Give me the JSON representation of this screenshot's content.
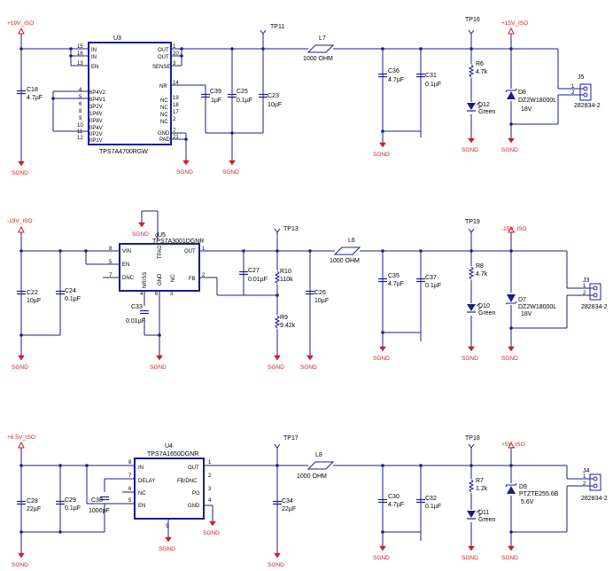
{
  "sec1": {
    "in_rail": "+19V_ISO",
    "out_rail": "+15V_ISO",
    "ic": {
      "ref": "U3",
      "part": "TPS7A4700RGW",
      "left_pins": [
        {
          "num": "15",
          "name": "IN"
        },
        {
          "num": "16",
          "name": "IN"
        },
        {
          "num": "13",
          "name": "EN"
        },
        {
          "num": "4",
          "name": "6P4V2"
        },
        {
          "num": "5",
          "name": "6P4V1"
        },
        {
          "num": "6",
          "name": "3P2V"
        },
        {
          "num": "8",
          "name": "1P6V"
        },
        {
          "num": "9",
          "name": "0P8V"
        },
        {
          "num": "10",
          "name": "0P4V"
        },
        {
          "num": "11",
          "name": "0P2V"
        },
        {
          "num": "12",
          "name": "0P1V"
        }
      ],
      "right_pins": [
        {
          "num": "1",
          "name": "OUT"
        },
        {
          "num": "20",
          "name": "OUT"
        },
        {
          "num": "3",
          "name": "SENSE"
        },
        {
          "num": "14",
          "name": "NR"
        },
        {
          "num": "19",
          "name": "NC"
        },
        {
          "num": "18",
          "name": "NC"
        },
        {
          "num": "17",
          "name": "NC"
        },
        {
          "num": "2",
          "name": "NC"
        },
        {
          "num": "7",
          "name": "GND"
        },
        {
          "num": "21",
          "name": "PAD"
        }
      ]
    },
    "c18": {
      "ref": "C18",
      "val": "4.7µF"
    },
    "c39": {
      "ref": "C39",
      "val": "1µF"
    },
    "c25": {
      "ref": "C25",
      "val": "0.1µF"
    },
    "c23": {
      "ref": "C23",
      "val": "10µF"
    },
    "tp_in": "TP11",
    "ind": {
      "ref": "L7",
      "val": "1000 OHM"
    },
    "c36": {
      "ref": "C36",
      "val": "4.7µF"
    },
    "c31": {
      "ref": "C31",
      "val": "0.1µF"
    },
    "tp_out": "TP16",
    "res": {
      "ref": "R6",
      "val": "4.7k"
    },
    "led": {
      "ref": "D12",
      "val": "Green"
    },
    "zener": {
      "ref": "D8",
      "val": "DZ2W18000L",
      "v": "18V"
    },
    "conn": {
      "ref": "J5",
      "part": "282834-2"
    }
  },
  "sec2": {
    "in_rail": "-19V_ISO",
    "out_rail": "-15V_ISO",
    "ic": {
      "ref": "U5",
      "part": "TPS7A3001DGNR",
      "vin": "VIN",
      "en": "EN",
      "dnc": "DNC",
      "tpad": "TPAD",
      "nrss": "NR/SS",
      "gnd": "GND",
      "nc": "NC",
      "out": "OUT",
      "fb": "FB",
      "pins": {
        "vin": "8",
        "en": "5",
        "dnc": "7",
        "tpad": "9",
        "nrss": "4",
        "gnd": "6",
        "nc": "3",
        "out": "1",
        "fb": "2"
      }
    },
    "c22": {
      "ref": "C22",
      "val": "10µF"
    },
    "c24": {
      "ref": "C24",
      "val": "0.1µF"
    },
    "c33": {
      "ref": "C33",
      "val": "0.01µF"
    },
    "c27": {
      "ref": "C27",
      "val": "0.01µF"
    },
    "r10": {
      "ref": "R10",
      "val": "110k"
    },
    "r9": {
      "ref": "R9",
      "val": "9.42k"
    },
    "c26": {
      "ref": "C26",
      "val": "10µF"
    },
    "tp_in": "TP13",
    "ind": {
      "ref": "L6",
      "val": "1000 OHM"
    },
    "c35": {
      "ref": "C35",
      "val": "4.7µF"
    },
    "c37": {
      "ref": "C37",
      "val": "0.1µF"
    },
    "tp_out": "TP19",
    "res": {
      "ref": "R8",
      "val": "4.7k"
    },
    "led": {
      "ref": "D10",
      "val": "Green"
    },
    "zener": {
      "ref": "D7",
      "val": "DZ2W18000L",
      "v": "18V"
    },
    "conn": {
      "ref": "J3",
      "part": "282834-2"
    }
  },
  "sec3": {
    "in_rail": "+6.5V_ISO",
    "out_rail": "+5V_ISO",
    "ic": {
      "ref": "U4",
      "part": "TPS7A1650DGNR",
      "in": "IN",
      "delay": "DELAY",
      "nc": "NC",
      "en": "EN",
      "out": "OUT",
      "fbdnc": "FB/DNC",
      "pg": "PG",
      "gnd": "GND",
      "pins": {
        "in": "8",
        "delay": "7",
        "nc": "6",
        "en": "5",
        "out": "1",
        "fbdnc": "2",
        "pg": "3",
        "gnd": "4",
        "pad": "9"
      }
    },
    "c28": {
      "ref": "C28",
      "val": "22µF"
    },
    "c29": {
      "ref": "C29",
      "val": "0.1µF"
    },
    "c38": {
      "ref": "C38",
      "val": "1000pF"
    },
    "c34": {
      "ref": "C34",
      "val": "22µF"
    },
    "tp_in": "TP17",
    "ind": {
      "ref": "L8",
      "val": "1000 OHM"
    },
    "c30": {
      "ref": "C30",
      "val": "4.7µF"
    },
    "c32": {
      "ref": "C32",
      "val": "0.1µF"
    },
    "tp_out": "TP18",
    "res": {
      "ref": "R7",
      "val": "1.2k"
    },
    "led": {
      "ref": "D11",
      "val": "Green"
    },
    "zener": {
      "ref": "D9",
      "val": "PTZTE255.6B",
      "v": "5.6V"
    },
    "conn": {
      "ref": "J4",
      "part": "282834-2"
    }
  },
  "gnd_label": "SGND",
  "pin_one": "1",
  "pin_two": "2"
}
